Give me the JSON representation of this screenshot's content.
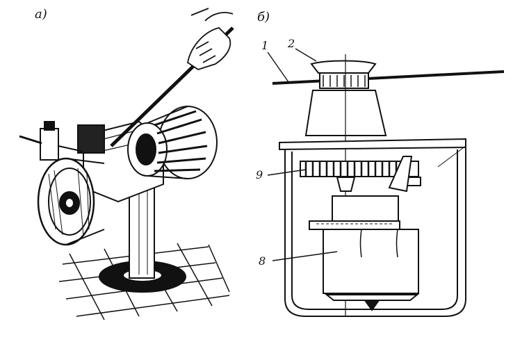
{
  "panels": {
    "a": {
      "label": "а)"
    },
    "b": {
      "label": "б)"
    }
  },
  "callouts": {
    "c1": "1",
    "c2": "2",
    "c9": "9",
    "c8": "8"
  },
  "colors": {
    "ink": "#111111",
    "paper": "#ffffff"
  }
}
